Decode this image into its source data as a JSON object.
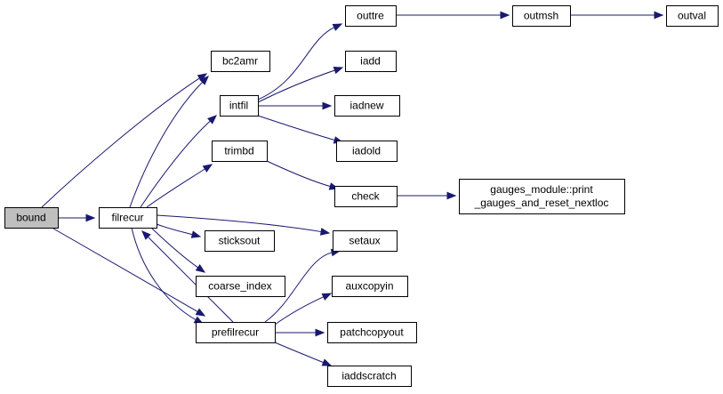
{
  "colors": {
    "edge": "#191970",
    "root_fill": "#bfbfbf",
    "node_fill": "#ffffff",
    "node_stroke": "#000000"
  },
  "nodes": [
    {
      "id": "bound",
      "lines": [
        "bound"
      ],
      "root": true
    },
    {
      "id": "bc2amr",
      "lines": [
        "bc2amr"
      ]
    },
    {
      "id": "filrecur",
      "lines": [
        "filrecur"
      ]
    },
    {
      "id": "prefilrecur",
      "lines": [
        "prefilrecur"
      ]
    },
    {
      "id": "intfil",
      "lines": [
        "intfil"
      ]
    },
    {
      "id": "trimbd",
      "lines": [
        "trimbd"
      ]
    },
    {
      "id": "sticksout",
      "lines": [
        "sticksout"
      ]
    },
    {
      "id": "coarse_index",
      "lines": [
        "coarse_index"
      ]
    },
    {
      "id": "setaux",
      "lines": [
        "setaux"
      ]
    },
    {
      "id": "outtre",
      "lines": [
        "outtre"
      ]
    },
    {
      "id": "iadd",
      "lines": [
        "iadd"
      ]
    },
    {
      "id": "iadnew",
      "lines": [
        "iadnew"
      ]
    },
    {
      "id": "iadold",
      "lines": [
        "iadold"
      ]
    },
    {
      "id": "check",
      "lines": [
        "check"
      ]
    },
    {
      "id": "outmsh",
      "lines": [
        "outmsh"
      ]
    },
    {
      "id": "outval",
      "lines": [
        "outval"
      ]
    },
    {
      "id": "gauges",
      "lines": [
        "gauges_module::print",
        "_gauges_and_reset_nextloc"
      ]
    },
    {
      "id": "auxcopyin",
      "lines": [
        "auxcopyin"
      ]
    },
    {
      "id": "patchcopyout",
      "lines": [
        "patchcopyout"
      ]
    },
    {
      "id": "iaddscratch",
      "lines": [
        "iaddscratch"
      ]
    }
  ],
  "edges": [
    {
      "from": "bound",
      "to": "bc2amr"
    },
    {
      "from": "bound",
      "to": "filrecur"
    },
    {
      "from": "bound",
      "to": "prefilrecur"
    },
    {
      "from": "filrecur",
      "to": "bc2amr"
    },
    {
      "from": "filrecur",
      "to": "intfil"
    },
    {
      "from": "filrecur",
      "to": "trimbd"
    },
    {
      "from": "filrecur",
      "to": "setaux"
    },
    {
      "from": "filrecur",
      "to": "sticksout"
    },
    {
      "from": "filrecur",
      "to": "coarse_index"
    },
    {
      "from": "filrecur",
      "to": "prefilrecur"
    },
    {
      "from": "prefilrecur",
      "to": "filrecur"
    },
    {
      "from": "prefilrecur",
      "to": "setaux"
    },
    {
      "from": "prefilrecur",
      "to": "auxcopyin"
    },
    {
      "from": "prefilrecur",
      "to": "patchcopyout"
    },
    {
      "from": "prefilrecur",
      "to": "iaddscratch"
    },
    {
      "from": "intfil",
      "to": "outtre"
    },
    {
      "from": "intfil",
      "to": "iadd"
    },
    {
      "from": "intfil",
      "to": "iadnew"
    },
    {
      "from": "intfil",
      "to": "iadold"
    },
    {
      "from": "outtre",
      "to": "outmsh"
    },
    {
      "from": "outmsh",
      "to": "outval"
    },
    {
      "from": "trimbd",
      "to": "check"
    },
    {
      "from": "check",
      "to": "gauges"
    }
  ]
}
